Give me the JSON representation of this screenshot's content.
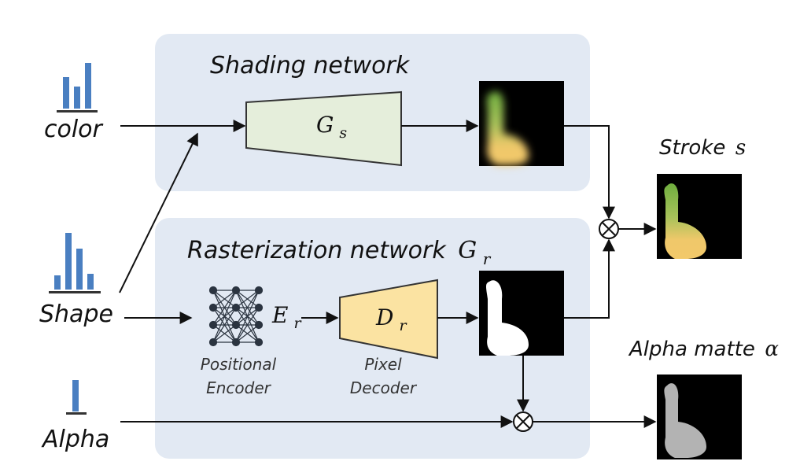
{
  "shading_panel": {
    "title": "Shading network",
    "generator_symbol": "G",
    "generator_subscript": "s"
  },
  "raster_panel": {
    "title": "Rasterization network",
    "generator_symbol": "G",
    "generator_subscript": "r"
  },
  "encoder": {
    "caption_line1": "Positional",
    "caption_line2": "Encoder",
    "output_symbol": "E",
    "output_subscript": "r"
  },
  "decoder": {
    "caption_line1": "Pixel",
    "caption_line2": "Decoder",
    "symbol": "D",
    "subscript": "r"
  },
  "inputs": {
    "color": "color",
    "shape": "Shape",
    "alpha": "Alpha"
  },
  "outputs": {
    "stroke_label": "Stroke",
    "stroke_symbol": "s",
    "alpha_label": "Alpha matte",
    "alpha_symbol": "α"
  },
  "operators": {
    "multiply": "⊗"
  },
  "colors": {
    "panel_bg": "#e2e9f3",
    "shading_generator_fill": "#e5eedb",
    "decoder_fill": "#fbe3a2",
    "bar_blue": "#4a7fc1",
    "stroke_green": "#7ab648",
    "stroke_yellow": "#f2c96a",
    "alpha_gray": "#b3b3b3"
  }
}
